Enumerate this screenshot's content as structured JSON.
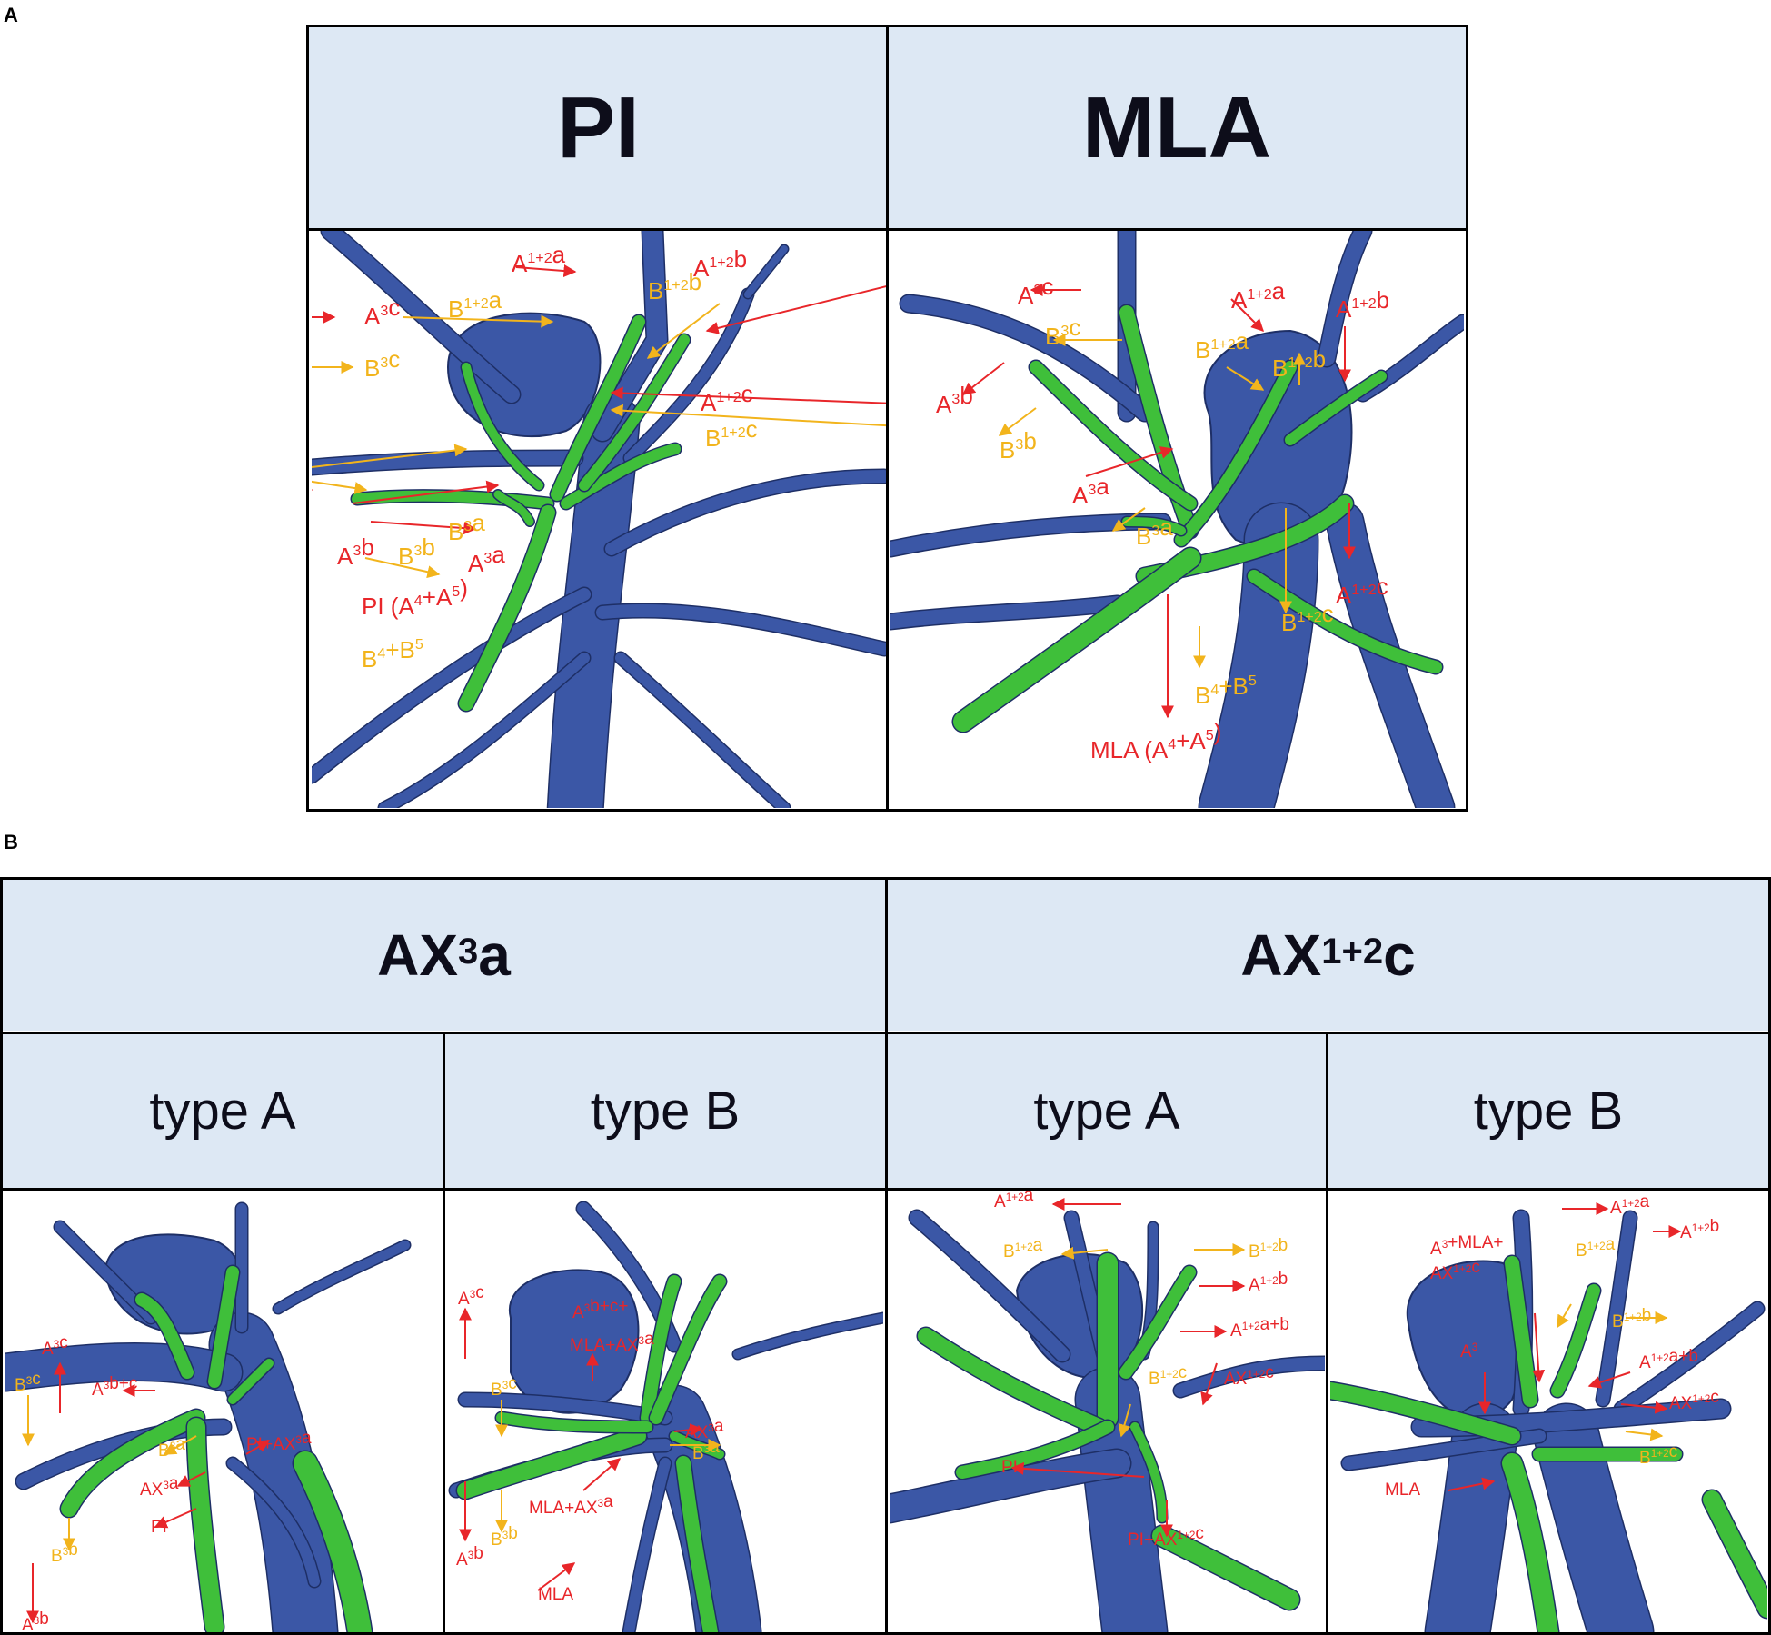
{
  "panels": {
    "A": {
      "letter": "A",
      "headers": {
        "left": "PI",
        "right": "MLA"
      }
    },
    "B": {
      "letter": "B",
      "headers": {
        "left": "AX3a",
        "left_base": "AX",
        "left_sup": "3",
        "left_tail": "a",
        "right": "AX1+2c",
        "right_base": "AX",
        "right_sup": "1+2",
        "right_tail": "c"
      },
      "subheaders": [
        "type A",
        "type B",
        "type A",
        "type B"
      ]
    }
  },
  "colors": {
    "artery": "#3b57a6",
    "bronchus": "#3fbf3a",
    "artery_label": "#e8262a",
    "bronchus_label": "#f2b41c",
    "header_bg": "#dde8f4"
  },
  "labels": {
    "a1": [
      {
        "b": "A",
        "s": "1+2",
        "t": "a",
        "c": "r"
      },
      {
        "b": "A",
        "s": "1+2",
        "t": "b",
        "c": "r"
      },
      {
        "b": "B",
        "s": "1+2",
        "t": "a",
        "c": "y"
      },
      {
        "b": "B",
        "s": "1+2",
        "t": "b",
        "c": "y"
      },
      {
        "b": "A",
        "s": "3",
        "t": "c",
        "c": "r"
      },
      {
        "b": "B",
        "s": "3",
        "t": "c",
        "c": "y"
      },
      {
        "b": "A",
        "s": "1+2",
        "t": "c",
        "c": "r"
      },
      {
        "b": "B",
        "s": "1+2",
        "t": "c",
        "c": "y"
      },
      {
        "b": "A",
        "s": "3",
        "t": "b",
        "c": "r"
      },
      {
        "b": "B",
        "s": "3",
        "t": "b",
        "c": "y"
      },
      {
        "b": "B",
        "s": "3",
        "t": "a",
        "c": "y"
      },
      {
        "b": "A",
        "s": "3",
        "t": "a",
        "c": "r"
      },
      {
        "b": "PI (A",
        "s": "4",
        "t": "+A",
        "s2": "5",
        "t2": ")",
        "c": "r"
      },
      {
        "b": "B",
        "s": "4",
        "t": "+B",
        "s2": "5",
        "t2": "",
        "c": "y"
      }
    ],
    "a2": [
      {
        "b": "A",
        "s": "3",
        "t": "c",
        "c": "r"
      },
      {
        "b": "A",
        "s": "1+2",
        "t": "a",
        "c": "r"
      },
      {
        "b": "A",
        "s": "1+2",
        "t": "b",
        "c": "r"
      },
      {
        "b": "B",
        "s": "3",
        "t": "c",
        "c": "y"
      },
      {
        "b": "B",
        "s": "1+2",
        "t": "a",
        "c": "y"
      },
      {
        "b": "B",
        "s": "1+2",
        "t": "b",
        "c": "y"
      },
      {
        "b": "A",
        "s": "3",
        "t": "b",
        "c": "r"
      },
      {
        "b": "B",
        "s": "3",
        "t": "b",
        "c": "y"
      },
      {
        "b": "A",
        "s": "3",
        "t": "a",
        "c": "r"
      },
      {
        "b": "B",
        "s": "3",
        "t": "a",
        "c": "y"
      },
      {
        "b": "A",
        "s": "1+2",
        "t": "c",
        "c": "r"
      },
      {
        "b": "B",
        "s": "1+2",
        "t": "c",
        "c": "y"
      },
      {
        "b": "B",
        "s": "4",
        "t": "+B",
        "s2": "5",
        "t2": "",
        "c": "y"
      },
      {
        "b": "MLA (A",
        "s": "4",
        "t": "+A",
        "s2": "5",
        "t2": ")",
        "c": "r"
      }
    ],
    "b1": [
      {
        "b": "A",
        "s": "3",
        "t": "c",
        "c": "r"
      },
      {
        "b": "B",
        "s": "3",
        "t": "c",
        "c": "y"
      },
      {
        "b": "A",
        "s": "3",
        "t": "b+c",
        "c": "r"
      },
      {
        "b": "PI+AX",
        "s": "3",
        "t": "a",
        "c": "r"
      },
      {
        "b": "B",
        "s": "3",
        "t": "a",
        "c": "y"
      },
      {
        "b": "AX",
        "s": "3",
        "t": "a",
        "c": "r"
      },
      {
        "b": "B",
        "s": "3",
        "t": "b",
        "c": "y"
      },
      {
        "b": "PI",
        "s": "",
        "t": "",
        "c": "r"
      },
      {
        "b": "A",
        "s": "3",
        "t": "b",
        "c": "r"
      }
    ],
    "b2": [
      {
        "b": "A",
        "s": "3",
        "t": "c",
        "c": "r"
      },
      {
        "b": "A",
        "s": "3",
        "t": "b+c+",
        "c": "r"
      },
      {
        "b": "MLA+AX",
        "s": "3",
        "t": "a",
        "c": "r"
      },
      {
        "b": "B",
        "s": "3",
        "t": "c",
        "c": "y"
      },
      {
        "b": "AX",
        "s": "3",
        "t": "a",
        "c": "r"
      },
      {
        "b": "B",
        "s": "3",
        "t": "a",
        "c": "y"
      },
      {
        "b": "MLA+AX",
        "s": "3",
        "t": "a",
        "c": "r"
      },
      {
        "b": "B",
        "s": "3",
        "t": "b",
        "c": "y"
      },
      {
        "b": "A",
        "s": "3",
        "t": "b",
        "c": "r"
      },
      {
        "b": "MLA",
        "s": "",
        "t": "",
        "c": "r"
      }
    ],
    "b3": [
      {
        "b": "A",
        "s": "1+2",
        "t": "a",
        "c": "r"
      },
      {
        "b": "B",
        "s": "1+2",
        "t": "a",
        "c": "y"
      },
      {
        "b": "B",
        "s": "1+2",
        "t": "b",
        "c": "y"
      },
      {
        "b": "A",
        "s": "1+2",
        "t": "b",
        "c": "r"
      },
      {
        "b": "A",
        "s": "1+2",
        "t": "a+b",
        "c": "r"
      },
      {
        "b": "B",
        "s": "1+2",
        "t": "c",
        "c": "y"
      },
      {
        "b": "AX",
        "s": "1+2",
        "t": "c",
        "c": "r"
      },
      {
        "b": "PI",
        "s": "",
        "t": "",
        "c": "r"
      },
      {
        "b": "PI+AX",
        "s": "1+2",
        "t": "c",
        "c": "r"
      }
    ],
    "b4": [
      {
        "b": "A",
        "s": "1+2",
        "t": "a",
        "c": "r"
      },
      {
        "b": "A",
        "s": "1+2",
        "t": "b",
        "c": "r"
      },
      {
        "b": "A",
        "s": "3",
        "t": "+MLA+",
        "c": "r"
      },
      {
        "b": "AX",
        "s": "1+2",
        "t": "c",
        "c": "r"
      },
      {
        "b": "B",
        "s": "1+2",
        "t": "a",
        "c": "y"
      },
      {
        "b": "B",
        "s": "1+2",
        "t": "b",
        "c": "y"
      },
      {
        "b": "A",
        "s": "3",
        "t": "",
        "c": "r"
      },
      {
        "b": "A",
        "s": "1+2",
        "t": "a+b",
        "c": "r"
      },
      {
        "b": "AX",
        "s": "1+2",
        "t": "c",
        "c": "r"
      },
      {
        "b": "B",
        "s": "1+2",
        "t": "c",
        "c": "y"
      },
      {
        "b": "MLA",
        "s": "",
        "t": "",
        "c": "r"
      }
    ]
  }
}
